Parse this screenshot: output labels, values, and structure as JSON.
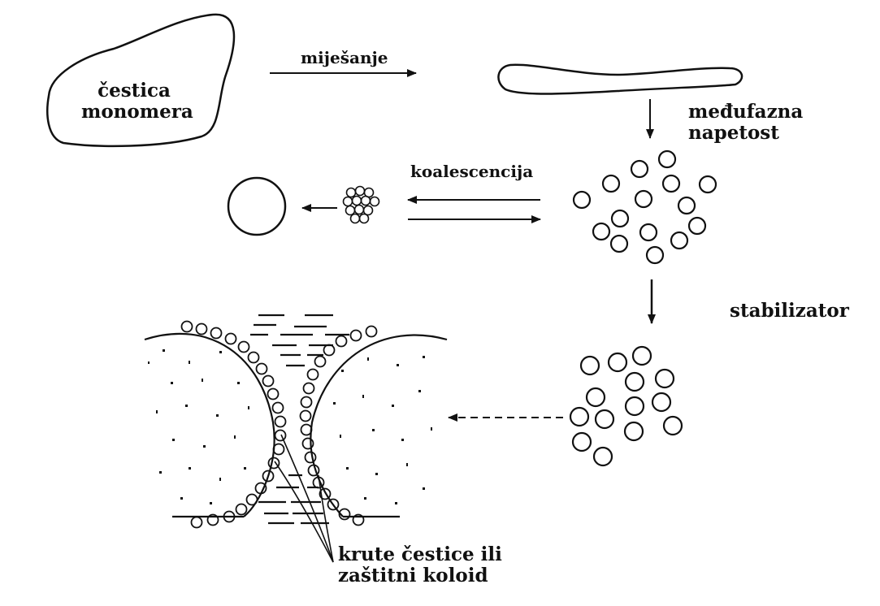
{
  "labels": {
    "monomer_droplet_line1": "čestica",
    "monomer_droplet_line2": "monomera",
    "mixing": "miješanje",
    "interfacial_tension_line1": "međufazna",
    "interfacial_tension_line2": "napetost",
    "coalescence": "koalescencija",
    "stabilizer": "stabilizator",
    "solid_particles_line1": "krute čestice ili",
    "solid_particles_line2": "zaštitni koloid"
  },
  "colors": {
    "ink": "#111111",
    "background": "#ffffff"
  }
}
